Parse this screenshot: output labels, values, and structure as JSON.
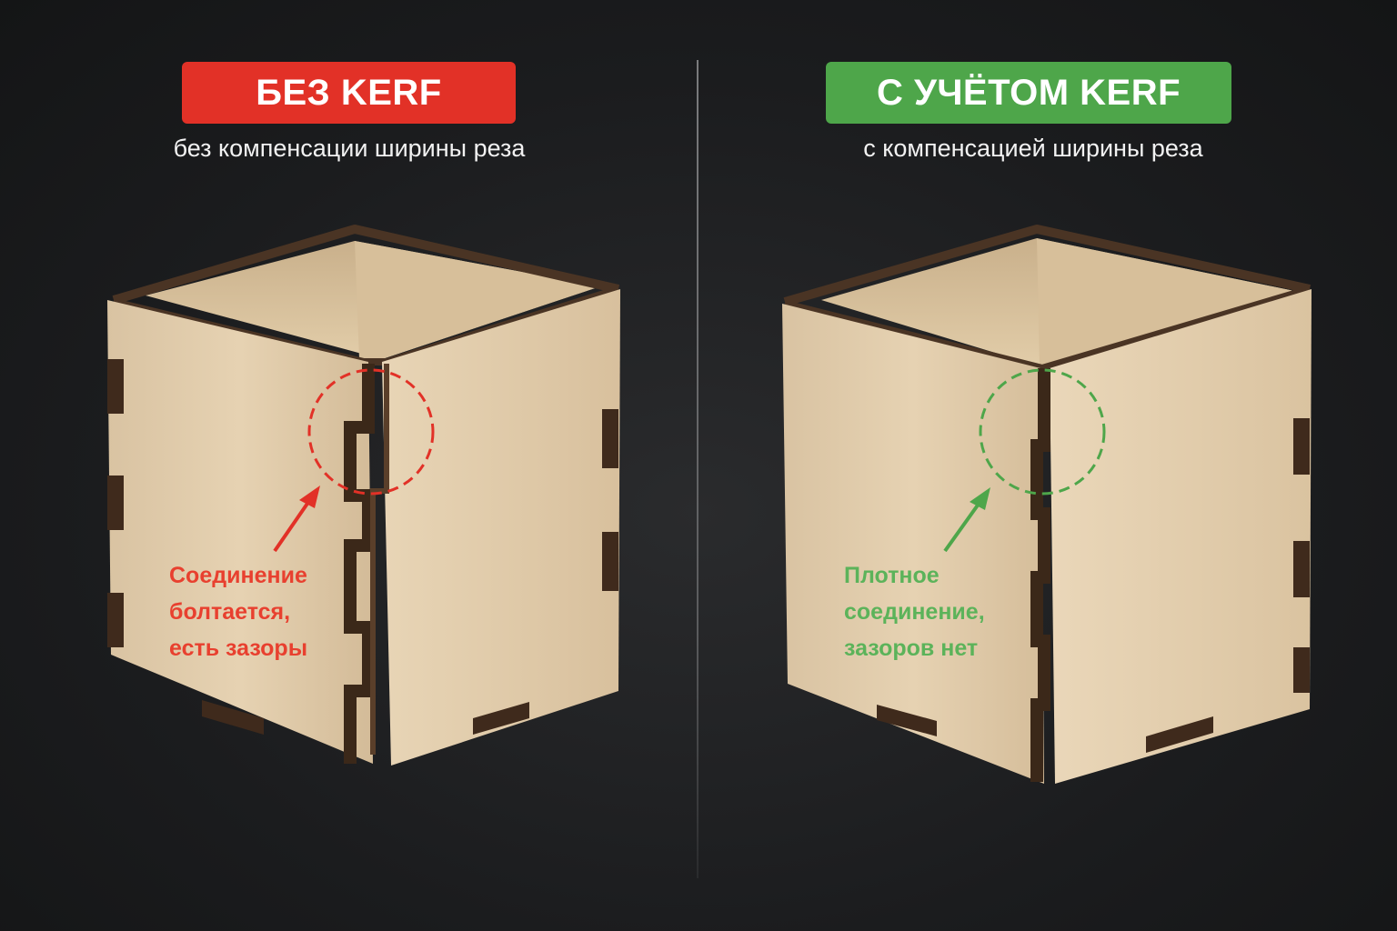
{
  "colors": {
    "bad": "#e23127",
    "good": "#4ea64a",
    "bad_text": "#e8402f",
    "good_text": "#5cb35a"
  },
  "left": {
    "badge": "БЕЗ KERF",
    "subtitle": "без компенсации ширины реза",
    "annotation": [
      "Соединение",
      "болтается,",
      "есть зазоры"
    ]
  },
  "right": {
    "badge": "С УЧЁТОМ KERF",
    "subtitle": "с компенсацией ширины реза",
    "annotation": [
      "Плотное",
      "соединение,",
      "зазоров нет"
    ]
  }
}
